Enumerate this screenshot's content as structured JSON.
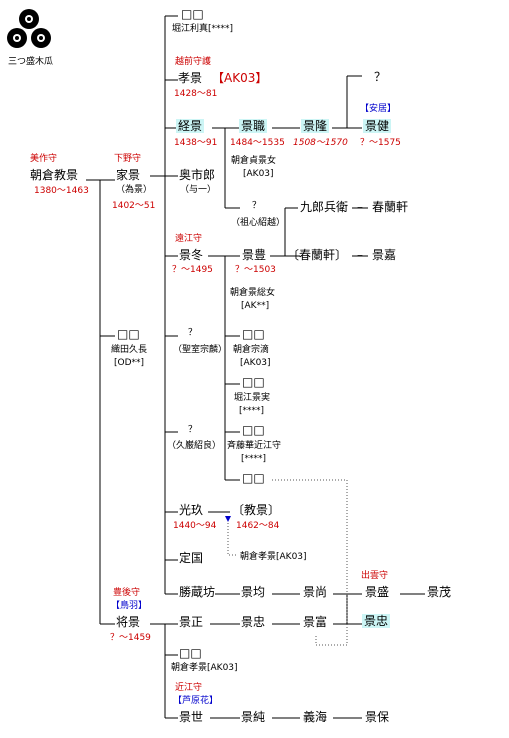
{
  "crest": {
    "label": "三つ盛木瓜"
  },
  "n": {
    "p01": "□□",
    "p01c": "堀江利真[****]",
    "p02o": "越前守護",
    "p02": "孝景",
    "p02c": "【AK03】",
    "p02y": "1428〜81",
    "p03": "？",
    "p04": "経景",
    "p04y": "1438〜91",
    "p05": "景職",
    "p05y": "1484〜1535",
    "p06": "景隆",
    "p06y": "1508〜1570",
    "p07t": "【安居】",
    "p07": "景健",
    "p07y": "？〜1575",
    "p05a": "朝倉貞景女",
    "p05b": "[AK03]",
    "root_o": "美作守",
    "root": "朝倉教景",
    "root_y": "1380〜1463",
    "p08o": "下野守",
    "p08": "家景",
    "p08a": "（為景）",
    "p08y": "1402〜51",
    "p09": "奥市郎",
    "p09a": "（与一）",
    "p10": "？",
    "p10a": "（祖心紹越）",
    "p11": "九郎兵衛",
    "p12": "春蘭軒",
    "p13o": "遠江守",
    "p13": "景冬",
    "p13y": "？〜1495",
    "p14": "景豊",
    "p14y": "？〜1503",
    "p15": "〔春蘭軒〕",
    "p16": "景嘉",
    "p14a": "朝倉景総女",
    "p14b": "[AK**]",
    "p17": "□□",
    "p17a": "織田久長",
    "p17b": "[OD**]",
    "p18": "？",
    "p18a": "（聖室宗麟）",
    "p19": "□□",
    "p19a": "朝倉宗滴",
    "p19b": "[AK03]",
    "p20": "□□",
    "p20a": "堀江景実",
    "p20b": "[****]",
    "p21": "？",
    "p21a": "（久巌紹良）",
    "p22": "□□",
    "p22a": "斉藤華近江守",
    "p22b": "[****]",
    "p23": "□□",
    "p24": "光玖",
    "p24y": "1440〜94",
    "p25": "〔教景〕",
    "p25y": "1462〜84",
    "p25a": "朝倉孝景[AK03]",
    "p26": "定国",
    "p27": "勝蔵坊",
    "p28": "景均",
    "p29": "景尚",
    "p30o": "出雲守",
    "p30": "景盛",
    "p31": "景茂",
    "p32o": "豊後守",
    "p32t": "【鳥羽】",
    "p32": "将景",
    "p32y": "？〜1459",
    "p33": "景正",
    "p34": "景忠",
    "p35": "景富",
    "p36": "景忠",
    "p37": "□□",
    "p37a": "朝倉孝景[AK03]",
    "p38o": "近江守",
    "p38t": "【芦原花】",
    "p38": "景世",
    "p39": "景純",
    "p40": "義海",
    "p41": "景保"
  }
}
